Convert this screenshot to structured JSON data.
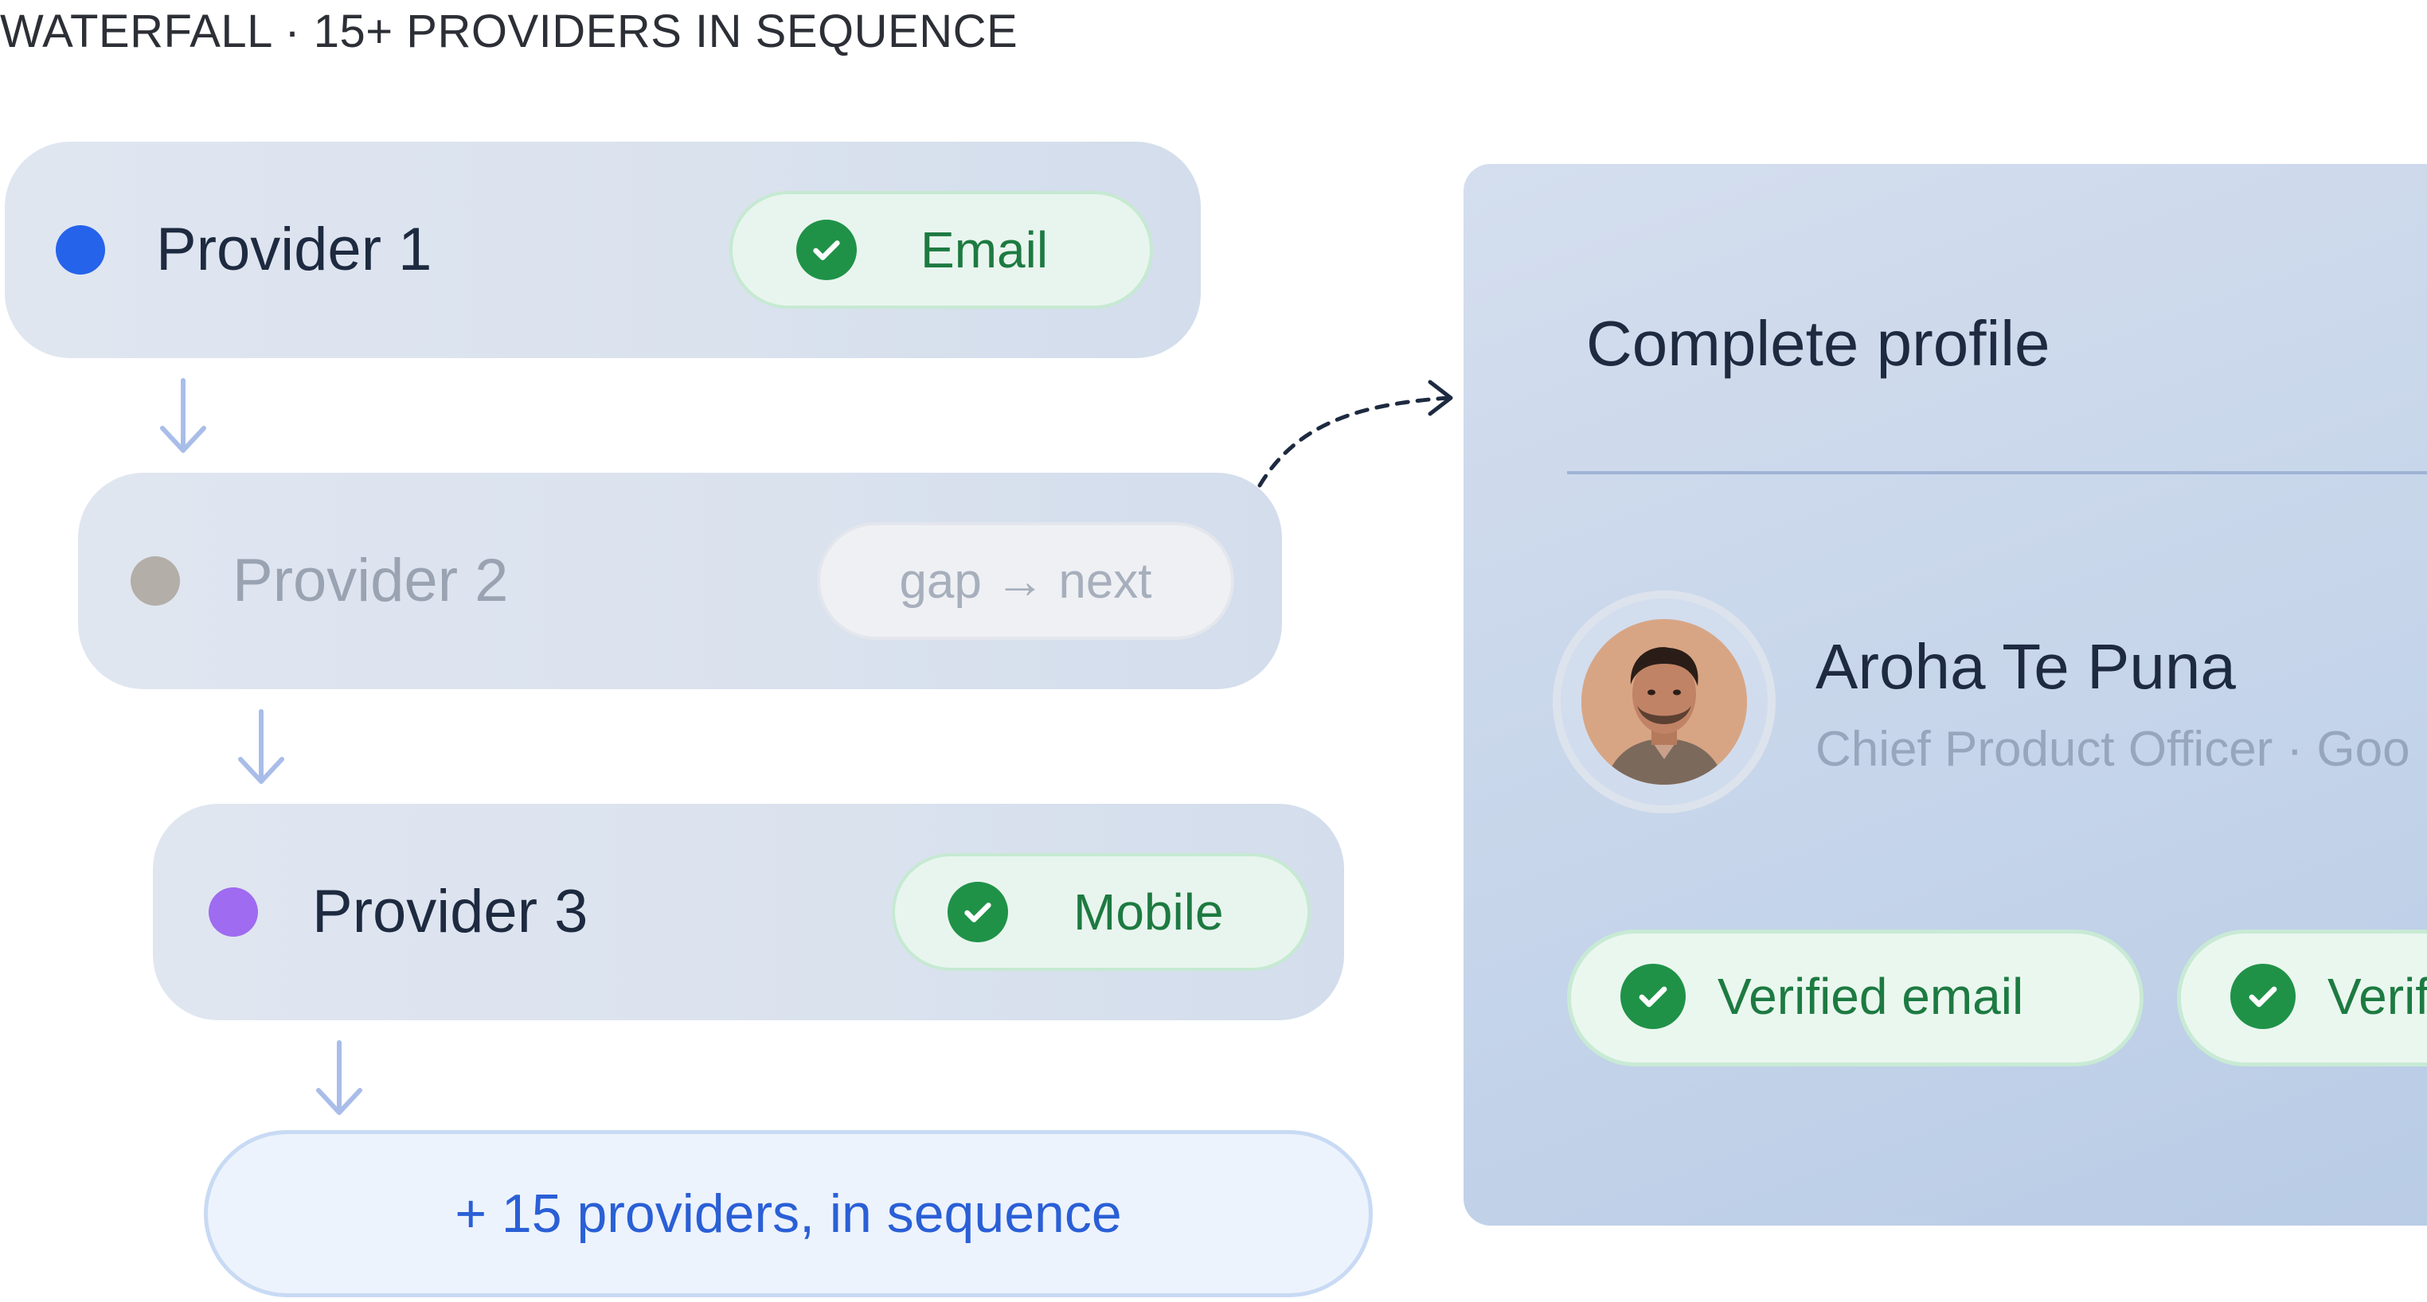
{
  "header": {
    "title": "WATERFALL · 15+ PROVIDERS IN SEQUENCE"
  },
  "colors": {
    "provider_1_dot": "#2563eb",
    "provider_2_dot": "#b3aea7",
    "provider_3_dot": "#9f6bf0",
    "success_green": "#1f9248",
    "success_text": "#1d7a41",
    "accent_blue": "#2a5fd6"
  },
  "providers": [
    {
      "name": "Provider 1",
      "status": "found",
      "result": "Email",
      "icon": "check-circle-icon"
    },
    {
      "name": "Provider 2",
      "status": "gap",
      "result": "gap → next"
    },
    {
      "name": "Provider 3",
      "status": "found",
      "result": "Mobile",
      "icon": "check-circle-icon"
    }
  ],
  "more_providers": "+ 15 providers, in sequence",
  "profile_card": {
    "title": "Complete profile",
    "person": {
      "name": "Aroha Te Puna",
      "role": "Chief Product Officer · Goo"
    },
    "badges": [
      {
        "label": "Verified email",
        "icon": "check-circle-icon"
      },
      {
        "label": "Verif",
        "icon": "check-circle-icon"
      }
    ]
  }
}
